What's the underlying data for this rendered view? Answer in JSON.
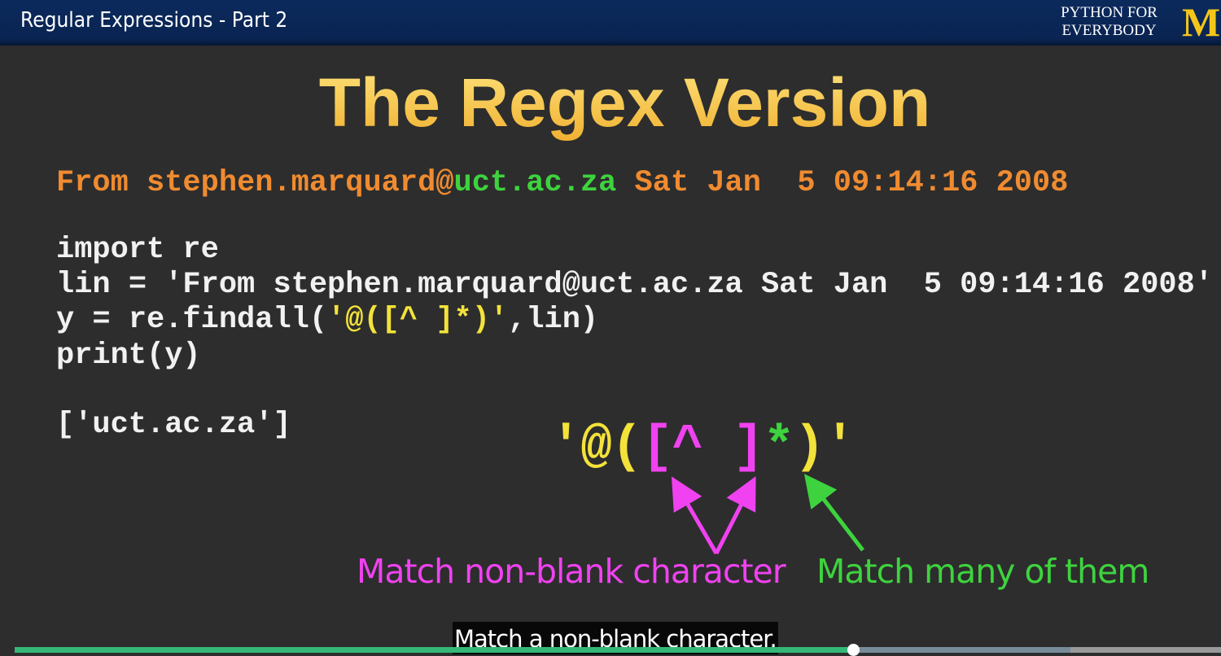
{
  "header": {
    "title": "Regular Expressions - Part 2",
    "brand_line1": "PYTHON FOR",
    "brand_line2": "EVERYBODY",
    "logo": "M"
  },
  "slide": {
    "title": "The Regex Version",
    "from_line": {
      "pre": "From stephen.marquard@",
      "host": "uct.ac.za",
      "post": " Sat Jan  5 09:14:16 2008"
    },
    "code": {
      "line1": "import re",
      "line2": "lin = 'From stephen.marquard@uct.ac.za Sat Jan  5 09:14:16 2008'",
      "line3_pre": "y = re.findall(",
      "line3_regex": "'@([^ ]*)'",
      "line3_post": ",lin)",
      "line4": "print(y)"
    },
    "output": "['uct.ac.za']",
    "regex": {
      "q1": "'@(",
      "open": "[^ ]",
      "star": "*",
      "close": ")'"
    },
    "label_nonblank": "Match non-blank character",
    "label_many": "Match many of them"
  },
  "player": {
    "caption": "Match a non-blank character.",
    "progress_percent": 69.5,
    "buffered_percent": 87.5
  },
  "colors": {
    "orange": "#f08b30",
    "green": "#3ed33e",
    "magenta": "#f042f0",
    "yellow": "#f3e23a"
  }
}
